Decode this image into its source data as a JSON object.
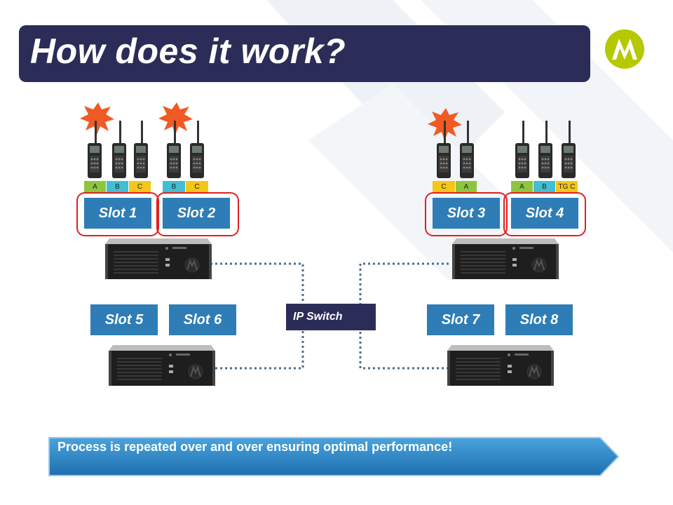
{
  "title": "How does it work?",
  "slots": {
    "slot1": "Slot 1",
    "slot2": "Slot 2",
    "slot3": "Slot 3",
    "slot4": "Slot 4",
    "slot5": "Slot 5",
    "slot6": "Slot 6",
    "slot7": "Slot 7",
    "slot8": "Slot 8"
  },
  "tags": {
    "g1": [
      "A",
      "B",
      "C"
    ],
    "g2": [
      "B",
      "C"
    ],
    "g3": [
      "C",
      "A"
    ],
    "g4": [
      "A",
      "B",
      "TG C"
    ]
  },
  "ip_switch": "IP Switch",
  "banner": "Process is repeated over and over ensuring optimal performance!",
  "colors": {
    "title_bg": "#2b2d58",
    "slot_bg": "#2f7db6",
    "highlight_border": "#e02020",
    "burst": "#f15a24",
    "tag_green": "#8cc63f",
    "tag_cyan": "#3fbfd3",
    "tag_yellow": "#f5c518",
    "logo": "#b5c800"
  }
}
